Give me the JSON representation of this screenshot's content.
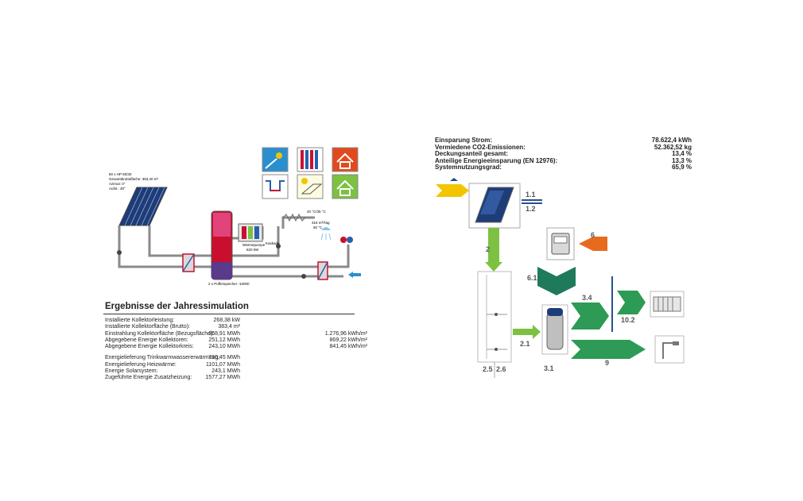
{
  "colors": {
    "green_dark": "#1f7a5c",
    "green_light": "#7cc142",
    "green_arrow": "#2d9a55",
    "orange": "#e86a1f",
    "yellow": "#f2c500",
    "blue_line": "#2a4f8f",
    "tank_red": "#c8102e"
  },
  "schematic": {
    "collector_label_1": "50 x HP 60/30",
    "collector_label_2": "Gesamtbruttofläche: 383,40 m²",
    "collector_label_3": "Azimut: 0°",
    "collector_label_4": "Aufst.: 30°",
    "tank_label": "2 x Pufferspeicher -10000",
    "heatpump_label": "Wärmepumpe",
    "heatpump_power": "820 kW",
    "cascade_label": "Kaskade",
    "dhw_temp": "40 °C/35 °C",
    "dhw_flow": "316 m³/Tag",
    "dhw_temp2": "60 °C"
  },
  "results": {
    "title": "Ergebnisse der Jahressimulation",
    "rows": [
      {
        "label": "Installierte Kollektorleistung:",
        "v1": "268,38 kW",
        "v2": ""
      },
      {
        "label": "Installierte Kollektorfläche (Brutto):",
        "v1": "383,4 m²",
        "v2": ""
      },
      {
        "label": "Einstrahlung Kollektorfläche (Bezugsfläche):",
        "v1": "368,91 MWh",
        "v2": "1.276,96 kWh/m²"
      },
      {
        "label": "Abgegebene Energie Kollektoren:",
        "v1": "251,12 MWh",
        "v2": "869,22 kWh/m²"
      },
      {
        "label": "Abgegebene Energie Kollektorkreis:",
        "v1": "243,10 MWh",
        "v2": "841,45 kWh/m²"
      }
    ],
    "rows2": [
      {
        "label": "Energielieferung Trinkwarmwassererwärmung:",
        "v1": "710,45 MWh"
      },
      {
        "label": "Energielieferung Heizwärme:",
        "v1": "1101,07 MWh"
      },
      {
        "label": "Energie Solarsystem:",
        "v1": "243,1 MWh"
      },
      {
        "label": "Zugeführte Energie Zusatzheizung:",
        "v1": "1577,27 MWh"
      }
    ]
  },
  "summary": {
    "rows": [
      {
        "label": "Einsparung Strom:",
        "value": "78.622,4 kWh"
      },
      {
        "label": "Vermiedene CO2-Emissionen:",
        "value": "52.362,52 kg"
      },
      {
        "label": "Deckungsanteil gesamt:",
        "value": "13,4 %"
      },
      {
        "label": "Anteilige Energieeinsparung (EN 12976):",
        "value": "13,3 %"
      },
      {
        "label": "Systemnutzungsgrad:",
        "value": "65,9 %"
      }
    ]
  },
  "flow": {
    "l_1_1": "1.1",
    "l_1_2": "1.2",
    "l_2": "2",
    "l_6": "6",
    "l_6_1": "6.1",
    "l_3_4": "3.4",
    "l_10_2": "10.2",
    "l_2_1": "2.1",
    "l_9": "9",
    "l_2_5": "2.5",
    "l_2_6": "2.6",
    "l_3_1": "3.1"
  }
}
